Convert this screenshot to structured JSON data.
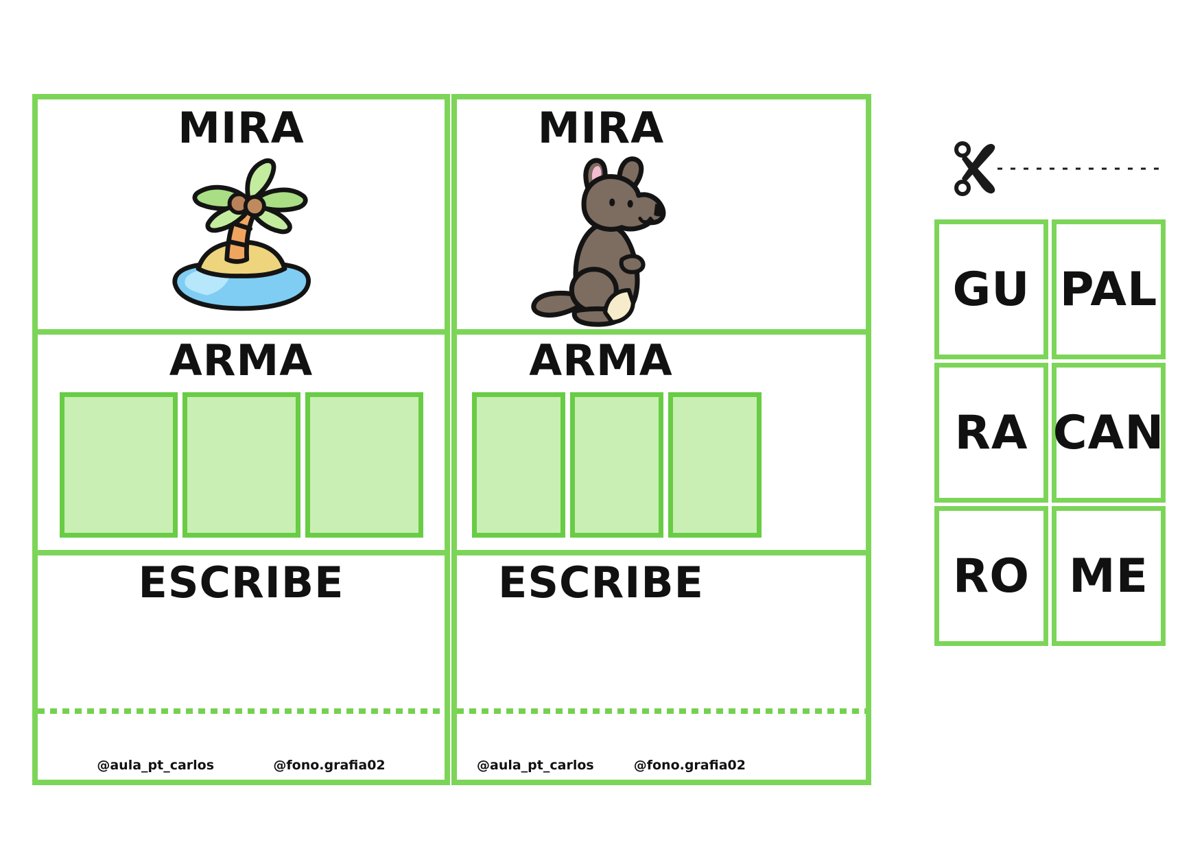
{
  "worksheet": {
    "cards": [
      {
        "look_label": "MIRA",
        "build_label": "ARMA",
        "write_label": "ESCRIBE",
        "image": "palm-tree-on-island",
        "letter_boxes": 3,
        "credits": [
          "@aula_pt_carlos",
          "@fono.grafia02"
        ]
      },
      {
        "look_label": "MIRA",
        "build_label": "ARMA",
        "write_label": "ESCRIBE",
        "image": "kangaroo",
        "letter_boxes": 3,
        "credits": [
          "@aula_pt_carlos",
          "@fono.grafia02"
        ]
      }
    ],
    "syllable_tiles": [
      "GU",
      "PAL",
      "RA",
      "CAN",
      "RO",
      "ME"
    ],
    "colors": {
      "border_green": "#7cd558",
      "box_border_green": "#68cc45",
      "box_fill_green": "#c9efb4",
      "dotted_line_green": "#74d150",
      "text": "#111111"
    }
  }
}
